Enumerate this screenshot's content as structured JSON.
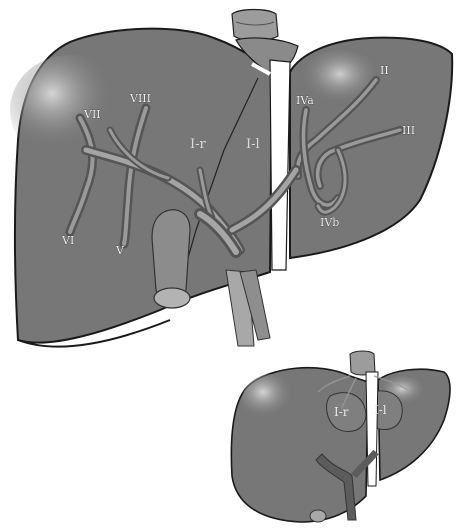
{
  "labels": {
    "seg_VII": "VII",
    "seg_VIII": "VIII",
    "seg_VI": "VI",
    "seg_V": "V",
    "seg_II": "II",
    "seg_III": "III",
    "seg_IVa": "IVa",
    "seg_IVb": "IVb",
    "seg_Ir": "I-r",
    "seg_Il": "I-l",
    "inset_Ir": "I-r",
    "inset_Il": "I-l"
  },
  "colors": {
    "liver_fill": "#7a7a7a",
    "liver_outline": "#1a1a1a",
    "vessel_dark": "#555555",
    "vessel_light": "#9a9a9a",
    "highlight": "#bdbdbd",
    "ligament": "#ffffff"
  },
  "icons": {
    "main_view": "liver-anatomy-front",
    "inset_view": "liver-caudate-inset"
  }
}
